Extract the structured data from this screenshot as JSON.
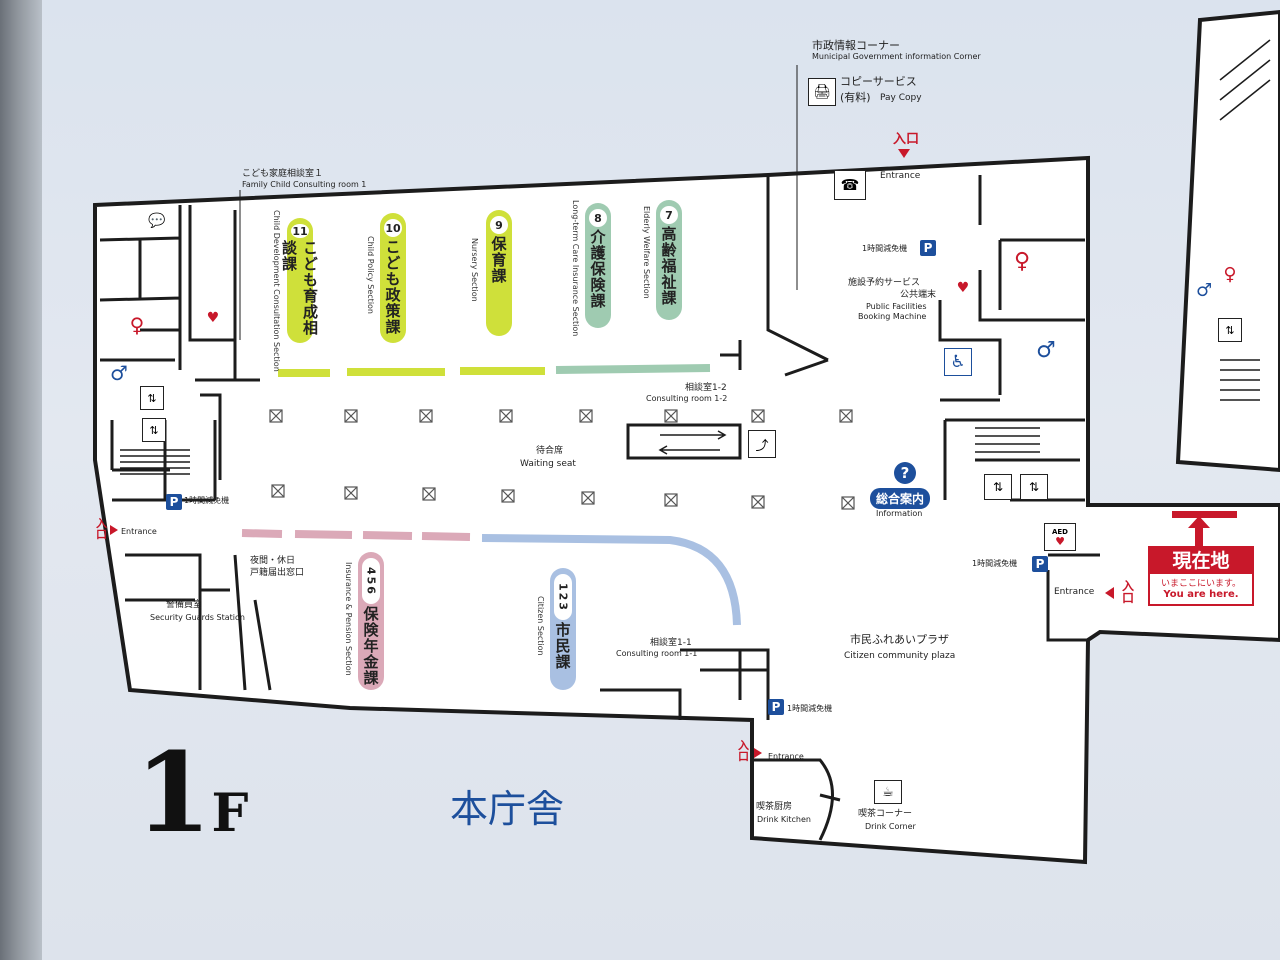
{
  "floor": {
    "number": "1",
    "suffix": "F"
  },
  "building_name": "本庁舎",
  "sections": [
    {
      "num": "11",
      "name": "こども育成相談課",
      "en": "Child Development Consultation Section",
      "color": "#cfe03a"
    },
    {
      "num": "10",
      "name": "こども政策課",
      "en": "Child Policy Section",
      "color": "#cfe03a"
    },
    {
      "num": "9",
      "name": "保育課",
      "en": "Nursery Section",
      "color": "#cfe03a"
    },
    {
      "num": "8",
      "name": "介護保険課",
      "en": "Long-term Care Insurance Section",
      "color": "#9fcbb1"
    },
    {
      "num": "7",
      "name": "高齢福祉課",
      "en": "Elderly Welfare Section",
      "color": "#9fcbb1"
    },
    {
      "num": "456",
      "name": "保険年金課",
      "en": "Insurance & Pension Section",
      "color": "#dba9b8"
    },
    {
      "num": "123",
      "name": "市民課",
      "en": "Citizen Section",
      "color": "#a9c0e2"
    }
  ],
  "labels": {
    "family_room_jp": "こども家庭相談室１",
    "family_room_en": "Family Child Consulting room 1",
    "municipal_jp": "市政情報コーナー",
    "municipal_en": "Municipal Government information Corner",
    "copy_jp": "コピーサービス",
    "copy_fee": "(有料)",
    "copy_en": "Pay Copy",
    "entrance_jp": "入口",
    "entrance_en": "Entrance",
    "parking_stamp": "1時間減免機",
    "booking_jp1": "施設予約サービス",
    "booking_jp2": "公共端末",
    "booking_en1": "Public Facilities",
    "booking_en2": "Booking Machine",
    "consult12_jp": "相談室1-2",
    "consult12_en": "Consulting room 1-2",
    "consult11_jp": "相談室1-1",
    "consult11_en": "Consulting room 1-1",
    "waiting_jp": "待合席",
    "waiting_en": "Waiting seat",
    "info_jp": "総合案内",
    "info_en": "Information",
    "info_mark": "?",
    "night_jp1": "夜間・休日",
    "night_jp2": "戸籍届出窓口",
    "guard_jp": "警備員室",
    "guard_en": "Security Guards Station",
    "plaza_jp": "市民ふれあいプラザ",
    "plaza_en": "Citizen community plaza",
    "kitchen_jp": "喫茶厨房",
    "kitchen_en": "Drink Kitchen",
    "corner_jp": "喫茶コーナー",
    "corner_en": "Drink Corner",
    "aed": "AED",
    "parking_mark": "P"
  },
  "you_are_here": {
    "title": "現在地",
    "sub_jp": "いまここにいます。",
    "sub_en": "You are here."
  },
  "colors": {
    "wall": "#1c1c1c",
    "green": "#cfe03a",
    "teal": "#9fcbb1",
    "pink": "#dba9b8",
    "blue": "#a9c0e2",
    "red": "#c8182a",
    "navy": "#1d4f9c"
  }
}
